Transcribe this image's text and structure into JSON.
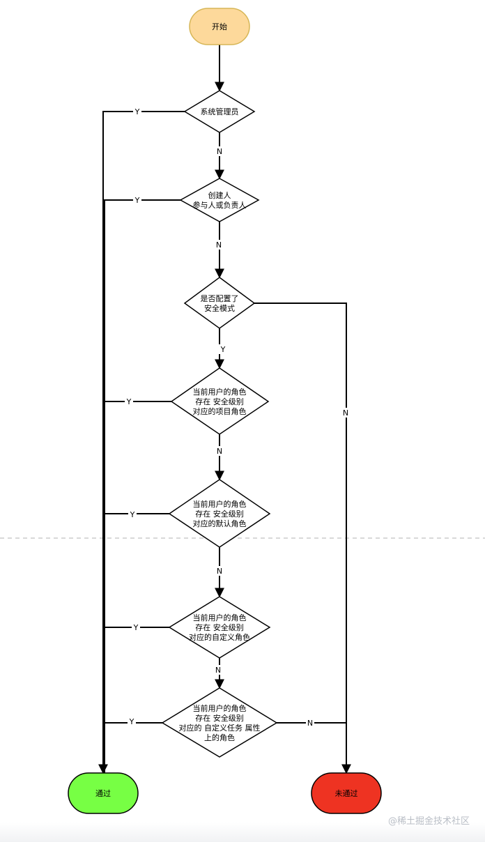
{
  "nodes": {
    "start": {
      "label": "开始",
      "fill": "#fdd99b",
      "stroke": "#d6b656"
    },
    "d1": {
      "lines": [
        "系统管理员"
      ]
    },
    "d2": {
      "lines": [
        "创建人",
        "参与人或负责人"
      ]
    },
    "d3": {
      "lines": [
        "是否配置了",
        "安全模式"
      ]
    },
    "d4": {
      "lines": [
        "当前用户的角色",
        "存在 安全级别",
        "对应的项目角色"
      ]
    },
    "d5": {
      "lines": [
        "当前用户的角色",
        "存在 安全级别",
        "对应的默认角色"
      ]
    },
    "d6": {
      "lines": [
        "当前用户的角色",
        "存在 安全级别",
        "对应的自定义角色"
      ]
    },
    "d7": {
      "lines": [
        "当前用户的角色",
        "存在 安全级别",
        "对应的 自定义任务 属性",
        "上的角色"
      ]
    },
    "pass": {
      "label": "通过",
      "fill": "#77ff44",
      "stroke": "#000000"
    },
    "fail": {
      "label": "未通过",
      "fill": "#ee3322",
      "stroke": "#000000"
    }
  },
  "edge_labels": {
    "yes": "Y",
    "no": "N"
  },
  "watermark": "@稀土掘金技术社区"
}
